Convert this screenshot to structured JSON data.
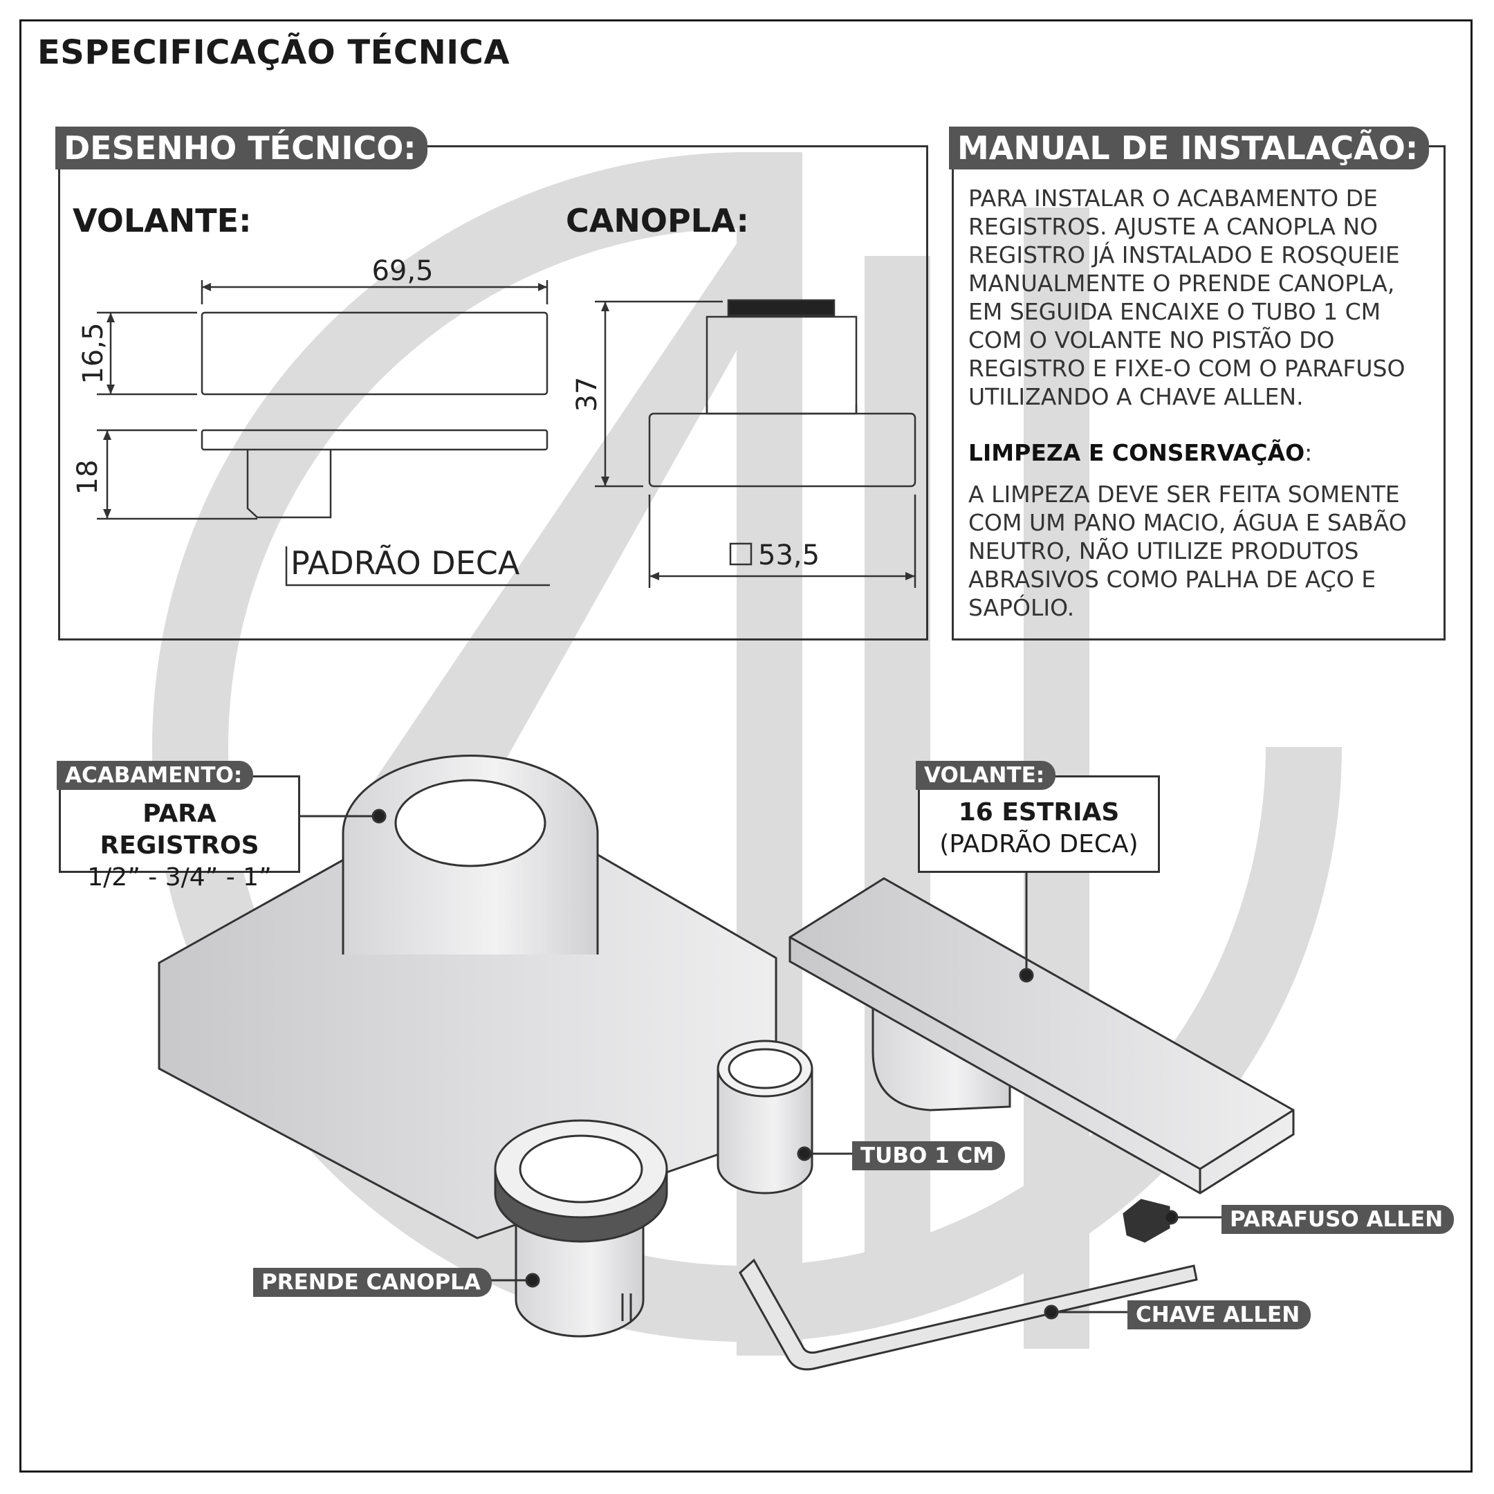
{
  "title": "ESPECIFICAÇÃO TÉCNICA",
  "drawing": {
    "header": "DESENHO TÉCNICO:",
    "volante_label": "VOLANTE:",
    "canopla_label": "CANOPLA:",
    "dim_width": "69,5",
    "dim_height_top": "16,5",
    "dim_height_bottom": "18",
    "standard": "PADRÃO DECA",
    "canopla_height": "37",
    "canopla_width": "53,5"
  },
  "manual": {
    "header": "MANUAL DE INSTALAÇÃO:",
    "install_lines": [
      "PARA INSTALAR O ACABAMENTO DE",
      "REGISTROS. AJUSTE A CANOPLA NO",
      "REGISTRO JÁ INSTALADO E ROSQUEIE",
      "MANUALMENTE O PRENDE CANOPLA,",
      "EM SEGUIDA ENCAIXE O TUBO 1 CM",
      "COM O  VOLANTE NO PISTÃO DO",
      "REGISTRO E FIXE-O COM O PARAFUSO",
      "UTILIZANDO A CHAVE ALLEN."
    ],
    "cleaning_title": "LIMPEZA E CONSERVAÇÃO",
    "cleaning_suffix": ":",
    "cleaning_lines": [
      "A LIMPEZA DEVE SER FEITA SOMENTE",
      "COM UM PANO MACIO, ÁGUA E SABÃO",
      "NEUTRO, NÃO UTILIZE PRODUTOS",
      "ABRASIVOS COMO PALHA DE AÇO E",
      "SAPÓLIO."
    ]
  },
  "callouts": {
    "acabamento": {
      "tag": "ACABAMENTO:",
      "line1": "PARA REGISTROS",
      "line2": "1/2” - 3/4” - 1”"
    },
    "volante": {
      "tag": "VOLANTE:",
      "line1": "16 ESTRIAS",
      "line2": "(PADRÃO DECA)"
    },
    "tubo": "TUBO 1 CM",
    "parafuso": "PARAFUSO ALLEN",
    "prende": "PRENDE CANOPLA",
    "chave": "CHAVE ALLEN"
  },
  "colors": {
    "tag_bg": "#555555",
    "watermark": "#d9d9d9",
    "line": "#333333"
  }
}
